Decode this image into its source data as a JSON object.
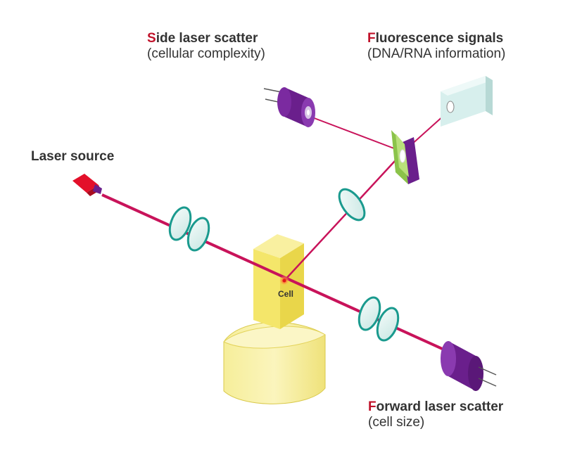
{
  "labels": {
    "side": {
      "cap": "S",
      "rest": "ide laser scatter",
      "sub": "(cellular complexity)"
    },
    "fluor": {
      "cap": "F",
      "rest": "luorescence signals",
      "sub": "(DNA/RNA information)"
    },
    "source": {
      "title": "Laser source"
    },
    "forward": {
      "cap": "F",
      "rest": "orward laser scatter",
      "sub": "(cell size)"
    },
    "cell": "Cell"
  },
  "colors": {
    "beam": "#c8135a",
    "lens_rim": "#1a9a8e",
    "detector": "#6a1f8c",
    "flow_cell": "#f2e45a",
    "accent_letter": "#c0122a"
  }
}
